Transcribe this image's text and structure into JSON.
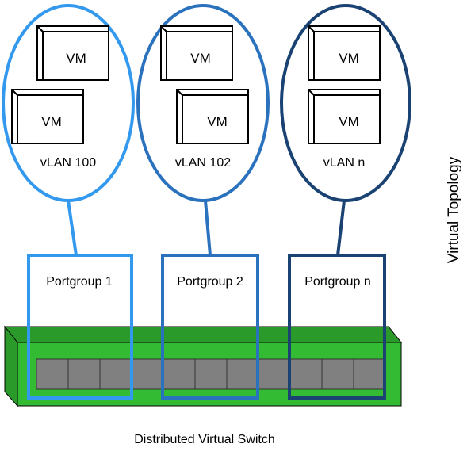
{
  "colors": {
    "group1": "#3399ee",
    "group2": "#2b72be",
    "group3": "#1a4373",
    "switch_face": "#33bb33",
    "switch_top": "#2a9a2a",
    "port": "#808080"
  },
  "vm_label": "VM",
  "groups": [
    {
      "vlan": "vLAN 100",
      "portgroup": "Portgroup 1"
    },
    {
      "vlan": "vLAN 102",
      "portgroup": "Portgroup 2"
    },
    {
      "vlan": "vLAN n",
      "portgroup": "Portgroup n"
    }
  ],
  "switch_label": "Distributed Virtual Switch",
  "side_label": "Virtual Topology"
}
